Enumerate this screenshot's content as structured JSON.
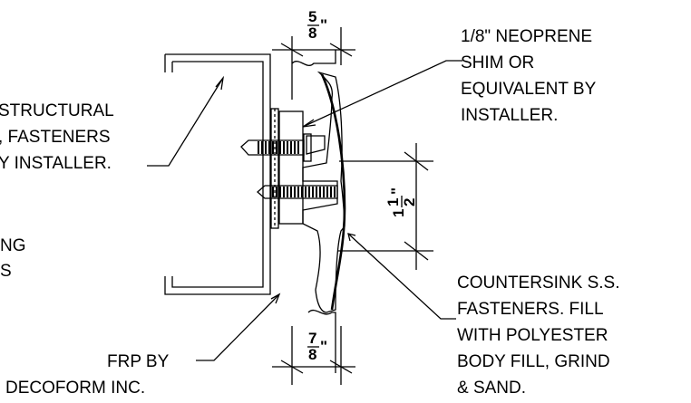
{
  "labels": {
    "structural_line1": "STRUCTURAL",
    "structural_line2": ", FASTENERS",
    "structural_line3": "Y INSTALLER.",
    "partial_line1": "NG",
    "partial_line2": "S",
    "neoprene_line1": "1/8\" NEOPRENE",
    "neoprene_line2": "SHIM OR",
    "neoprene_line3": "EQUIVALENT BY",
    "neoprene_line4": "INSTALLER.",
    "countersink_line1": "COUNTERSINK S.S.",
    "countersink_line2": "FASTENERS. FILL",
    "countersink_line3": "WITH POLYESTER",
    "countersink_line4": "BODY FILL, GRIND",
    "countersink_line5": "& SAND.",
    "frp_line1": "FRP BY",
    "frp_line2": "DECOFORM INC."
  },
  "dimensions": {
    "top": {
      "whole": "",
      "num": "5",
      "den": "8",
      "unit": "\""
    },
    "right": {
      "whole": "1",
      "num": "1",
      "den": "2",
      "unit": "\""
    },
    "bottom": {
      "whole": "",
      "num": "7",
      "den": "8",
      "unit": "\""
    }
  }
}
